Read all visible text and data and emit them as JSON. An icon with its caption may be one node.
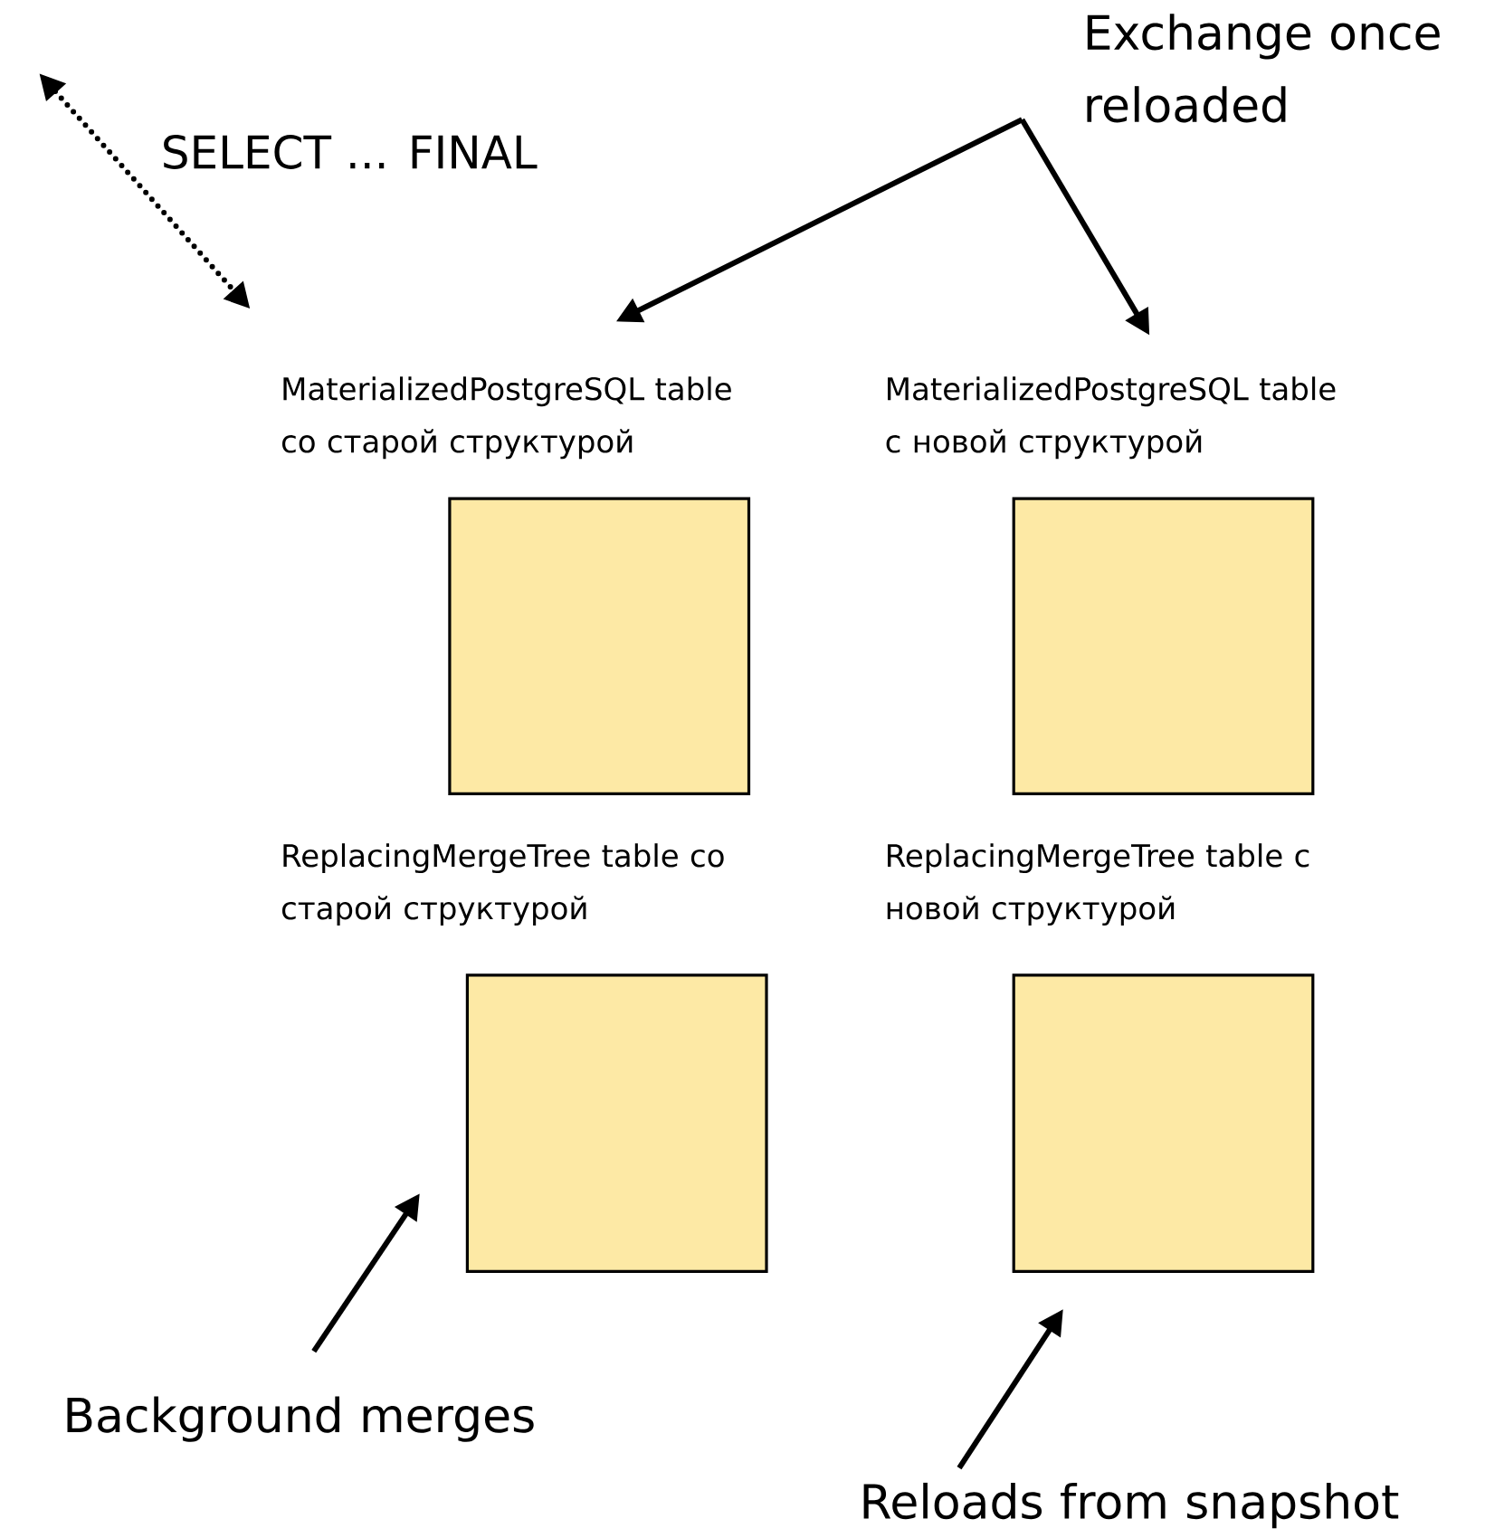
{
  "diagram": {
    "nodes": [
      {
        "text": [
          "Exchange once reloaded"
        ]
      },
      {
        "text": [
          "MaterializedPostgreSQL table со старой структурой"
        ]
      },
      {
        "text": [
          "MaterializedPostgreSQL table с новой структурой"
        ]
      },
      {
        "text": [
          "ReplacingMergeTree table со старой структурой"
        ]
      },
      {
        "text": [
          "ReplacingMergeTree table с новой структурой"
        ]
      },
      {
        "text": [
          "Background merges"
        ]
      },
      {
        "text": [
          "Reloads from snapshot"
        ]
      }
    ],
    "edges": [
      {
        "from": 0,
        "to": 1,
        "arrow": "to"
      },
      {
        "from": 0,
        "to": 2,
        "arrow": "to"
      },
      {
        "from": 5,
        "to": 3,
        "arrow": "to"
      },
      {
        "from": 6,
        "to": 4,
        "arrow": "to"
      }
    ],
    "labels": [
      "SELECT ... FINAL"
    ]
  }
}
